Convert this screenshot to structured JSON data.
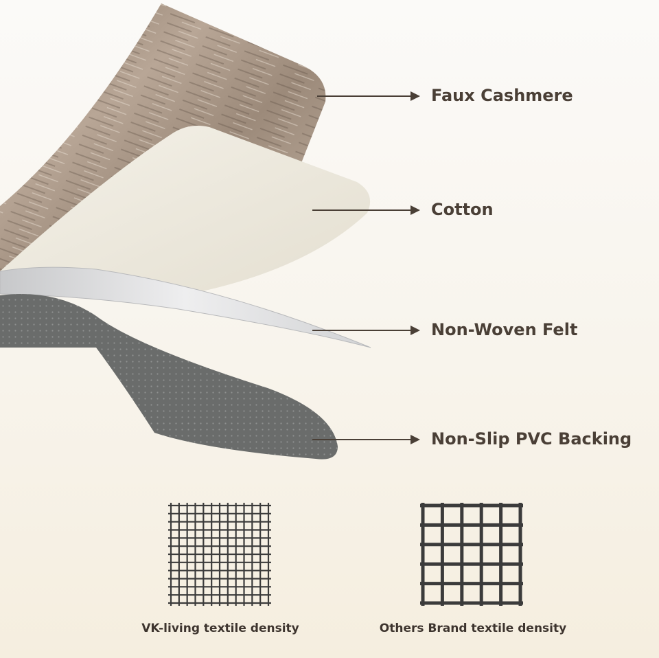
{
  "layers": [
    {
      "label": "Faux Cashmere"
    },
    {
      "label": "Cotton"
    },
    {
      "label": "Non-Woven Felt"
    },
    {
      "label": "Non-Slip PVC Backing"
    }
  ],
  "density": {
    "left_caption": "VK-living textile density",
    "right_caption": "Others Brand textile density"
  },
  "colors": {
    "label_text": "#4a3f36",
    "arrow": "#4a3f36",
    "grid": "#3b3b3b",
    "cashmere": "#a89584",
    "cotton": "#ece8dc",
    "felt": "#d6d6d8",
    "pvc": "#6b6d6c"
  }
}
